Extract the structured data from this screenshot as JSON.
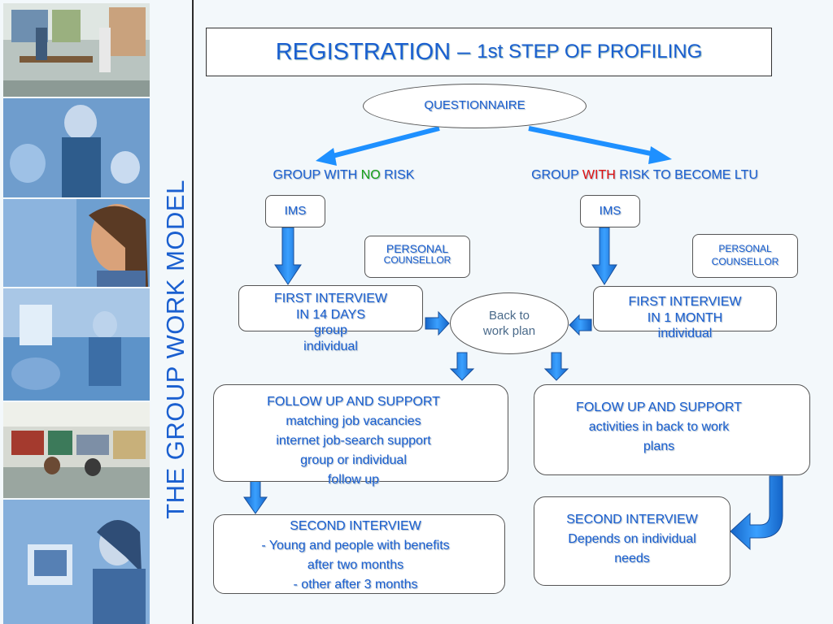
{
  "sidebar": {
    "vertical_title": "THE GROUP WORK MODEL"
  },
  "title": {
    "main": "REGISTRATION –",
    "sub": "1st STEP OF PROFILING"
  },
  "questionnaire": "QUESTIONNAIRE",
  "left": {
    "group_prefix": "GROUP WITH",
    "group_highlight": "NO",
    "group_suffix": "RISK",
    "ims": "IMS",
    "personal_1": "PERSONAL",
    "personal_2": "COUNSELLOR",
    "interview_1": "FIRST INTERVIEW",
    "interview_2": "IN 14 DAYS",
    "interview_3": "group",
    "interview_4": "individual",
    "follow_1": "FOLLOW UP AND SUPPORT",
    "follow_2": "matching job vacancies",
    "follow_3": "internet job-search support",
    "follow_4": "group or individual",
    "follow_5": "follow up",
    "second_1": "SECOND INTERVIEW",
    "second_2": "- Young and people with benefits",
    "second_3": "after two months",
    "second_4": "- other after 3 months"
  },
  "center": {
    "back_1": "Back to",
    "back_2": "work plan"
  },
  "right": {
    "group_prefix": "GROUP",
    "group_highlight": "WITH",
    "group_suffix": "RISK TO BECOME LTU",
    "ims": "IMS",
    "personal_1": "PERSONAL",
    "personal_2": "COUNSELLOR",
    "interview_1": "FIRST INTERVIEW",
    "interview_2": "IN 1 MONTH",
    "interview_3": "individual",
    "follow_1": "FOLOW UP AND SUPPORT",
    "follow_2": "activities in back to work",
    "follow_3": "plans",
    "second_1": "SECOND INTERVIEW",
    "second_2": "Depends on individual",
    "second_3": "needs"
  },
  "colors": {
    "text_blue": "#1a5fd0",
    "arrow_blue": "#1e90ff",
    "with_red": "#e01010",
    "no_green": "#18a018"
  }
}
